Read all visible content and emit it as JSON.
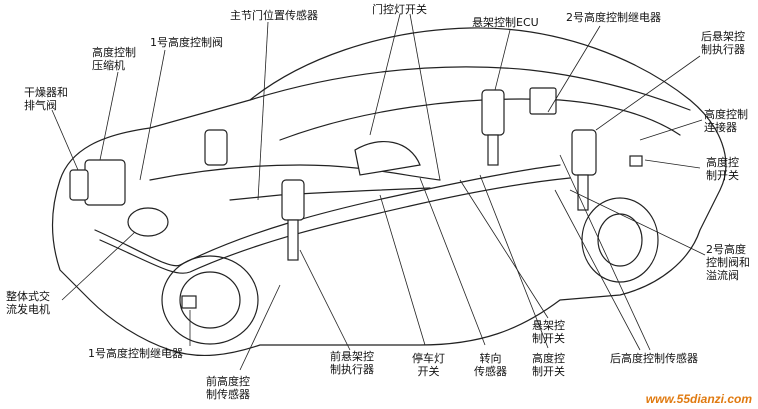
{
  "labels": {
    "dryer_exhaust_valve": [
      "干燥器和",
      "排气阀"
    ],
    "height_compressor": [
      "高度控制",
      "压缩机"
    ],
    "height_valve_1": "1号高度控制阀",
    "main_door_sensor": "主节门位置传感器",
    "door_light_switch": "门控灯开关",
    "susp_ecu": "悬架控制ECU",
    "relay_2": "2号高度控制继电器",
    "rear_actuator": [
      "后悬架控",
      "制执行器"
    ],
    "height_connector": [
      "高度控制",
      "连接器"
    ],
    "height_switch": [
      "高度控",
      "制开关"
    ],
    "valve_2_overflow": [
      "2号高度",
      "控制阀和",
      "溢流阀"
    ],
    "alternator": [
      "整体式交",
      "流发电机"
    ],
    "relay_1": "1号高度控制继电器",
    "front_height_sensor": [
      "前高度控",
      "制传感器"
    ],
    "front_actuator": [
      "前悬架控",
      "制执行器"
    ],
    "brake_light_switch": [
      "停车灯",
      "开关"
    ],
    "steering_sensor": [
      "转向",
      "传感器"
    ],
    "susp_switch": [
      "悬架控",
      "制开关"
    ],
    "height_switch_2": [
      "高度控",
      "制开关"
    ],
    "rear_height_sensor": "后高度控制传感器"
  },
  "watermark": "www.55dianzi.com"
}
